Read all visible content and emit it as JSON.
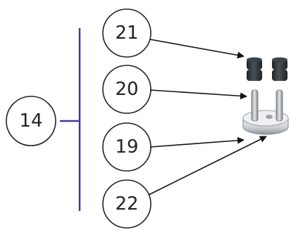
{
  "diagram": {
    "parent_callout": {
      "label": "14"
    },
    "callouts": [
      {
        "label": "21",
        "points_to": "top-caps"
      },
      {
        "label": "20",
        "points_to": "pins"
      },
      {
        "label": "19",
        "points_to": "base"
      },
      {
        "label": "22",
        "points_to": "base-rim"
      }
    ],
    "colors": {
      "bracket": "#3b3b9a",
      "circle_stroke": "#222222",
      "leader": "#111111",
      "part_dark": "#2b2f33",
      "part_mid": "#7c8287",
      "part_light": "#d6d9dc"
    }
  }
}
